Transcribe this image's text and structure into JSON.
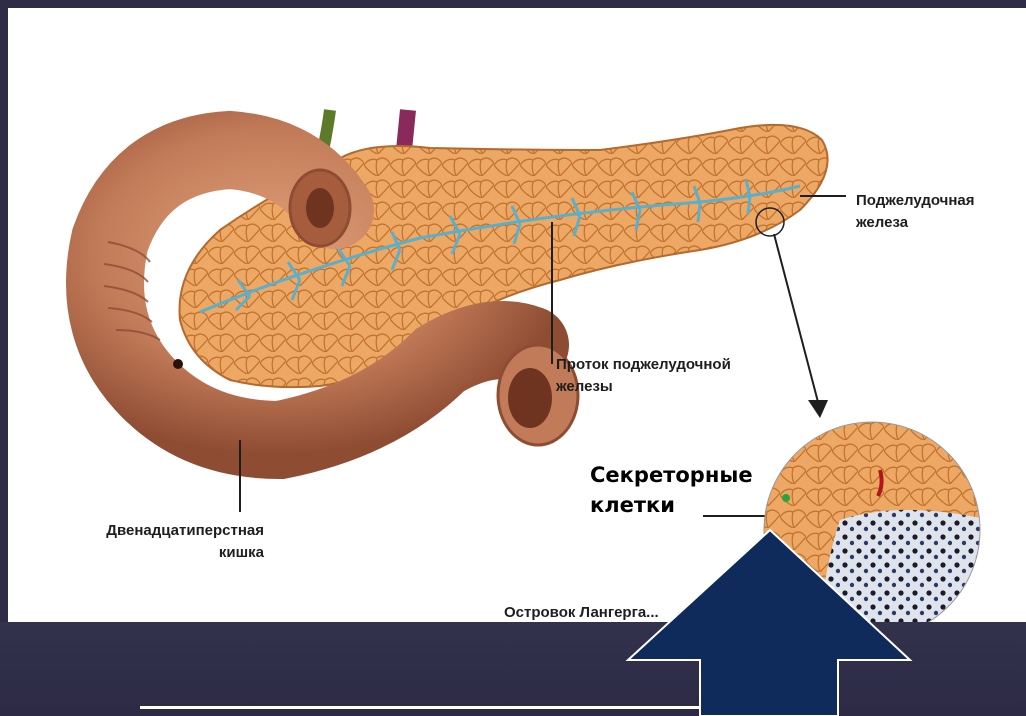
{
  "labels": {
    "pancreas": "Поджелудочная железа",
    "duct": "Проток поджелудочной железы",
    "duodenum": "Двенадцатиперстная кишка",
    "islet": "Островок Лангерга...",
    "secretory_cells": "Секреторные клетки"
  },
  "colors": {
    "slide_background": "#2e2c46",
    "arrow_fill": "#0e2b5c",
    "arrow_stroke": "#ffffff",
    "pancreas_tissue": "#e8a763",
    "intestine": "#c27b58",
    "duct": "#5ab0cc",
    "vessel_green": "#5c7a2a",
    "vessel_purple": "#8a2a5a"
  }
}
